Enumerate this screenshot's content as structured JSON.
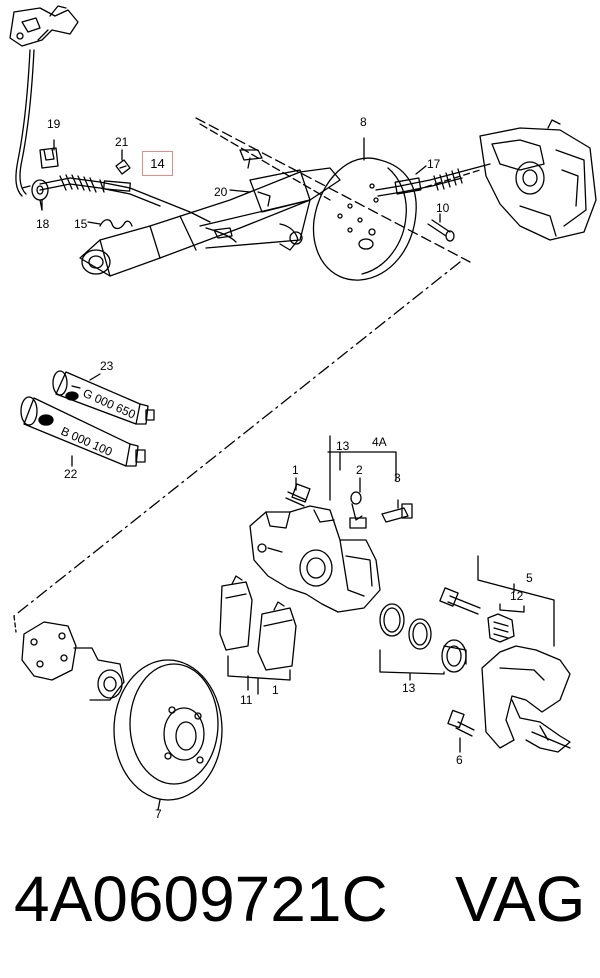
{
  "diagram": {
    "callouts": {
      "c19": "19",
      "c21": "21",
      "c8": "8",
      "c17": "17",
      "c20": "20",
      "c18": "18",
      "c15": "15",
      "c10": "10",
      "c23": "23",
      "c22": "22",
      "c13a": "13",
      "c4a": "4A",
      "c1a": "1",
      "c2": "2",
      "c3": "3",
      "c5": "5",
      "c12": "12",
      "c11": "11",
      "c1b": "1",
      "c13b": "13",
      "c6": "6",
      "c7": "7"
    },
    "highlight": {
      "label": "14",
      "color": "#e88a8a"
    },
    "tube_top_text": "G 000 650",
    "tube_bottom_text": "B 000 100"
  },
  "footer": {
    "part_number": "4A0609721C",
    "brand": "VAG"
  }
}
